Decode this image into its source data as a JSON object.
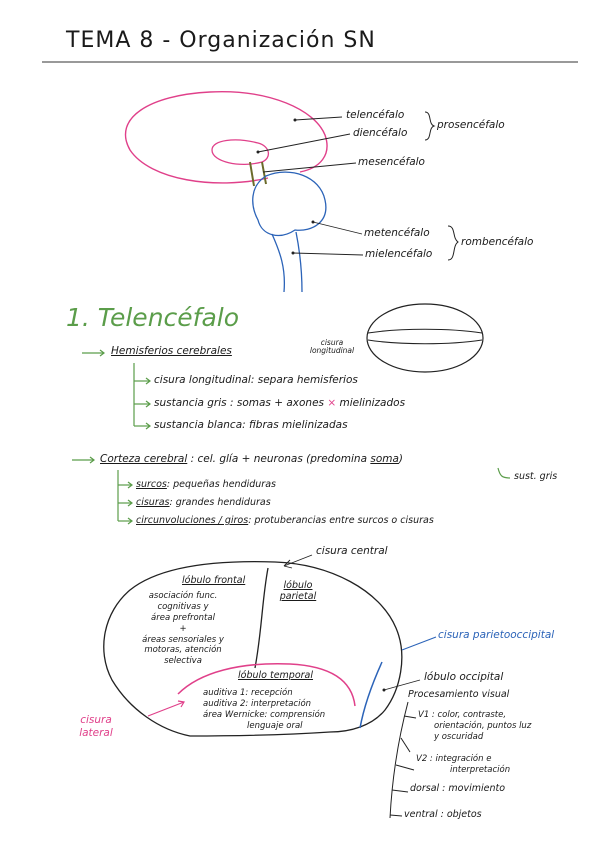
{
  "title": "TEMA 8  -  Organización   SN",
  "brain_diagram": {
    "telencefalo": "telencéfalo",
    "diencefalo": "diencéfalo",
    "prosencefalo": "prosencéfalo",
    "mesencefalo": "mesencéfalo",
    "metencefalo": "metencéfalo",
    "mielencefalo": "mielencéfalo",
    "rombencefalo": "rombencéfalo"
  },
  "section1": {
    "heading": "1. Telencéfalo",
    "hemisferios": {
      "title": "Hemisferios cerebrales",
      "items": [
        "cisura longitudinal: separa hemisferios",
        "sustancia gris : somas + axones",
        "sustancia blanca: fibras mielinizadas"
      ],
      "cross_mark": "×",
      "mielinizados": "mielinizados",
      "cisura_label_1": "cisura",
      "cisura_label_2": "longitudinal"
    },
    "corteza": {
      "title": "Corteza cerebral",
      "desc": ": cel. glía + neuronas (predomina",
      "soma": "soma",
      "close": ")",
      "sust_gris": "sust. gris",
      "items": [
        {
          "term": "surcos",
          "def": ": pequeñas hendiduras"
        },
        {
          "term": "cisuras",
          "def": ": grandes hendiduras"
        },
        {
          "term": "circunvoluciones / giros",
          "def": ": protuberancias entre surcos o cisuras"
        }
      ]
    }
  },
  "brain_map": {
    "cisura_central": "cisura central",
    "lobulo_frontal": "lóbulo frontal",
    "frontal_text": [
      "asociación func.",
      "cognitivas y",
      "área prefrontal",
      "+",
      "áreas sensoriales y",
      "motoras, atención",
      "selectiva"
    ],
    "lobulo_parietal_1": "lóbulo",
    "lobulo_parietal_2": "parietal",
    "cisura_parietooccipital": "cisura parietooccipital",
    "lobulo_temporal": "lóbulo temporal",
    "temporal_text": [
      "auditiva 1: recepción",
      "auditiva 2: interpretación",
      "área Wernicke: comprensión",
      "lenguaje oral"
    ],
    "cisura_lateral_1": "cisura",
    "cisura_lateral_2": "lateral",
    "lobulo_occipital": "lóbulo occipital",
    "procesamiento": "Procesamiento visual",
    "v1": [
      "V1 : color, contraste,",
      "orientación, puntos luz",
      "y oscuridad"
    ],
    "v2": [
      "V2 : integración e",
      "interpretación"
    ],
    "dorsal": "dorsal : movimiento",
    "ventral": "ventral : objetos"
  },
  "colors": {
    "ink": "#1a1a1a",
    "pink": "#e0408a",
    "blue": "#2b63b8",
    "green": "#5b9d4a",
    "olive": "#6b6b2a"
  }
}
